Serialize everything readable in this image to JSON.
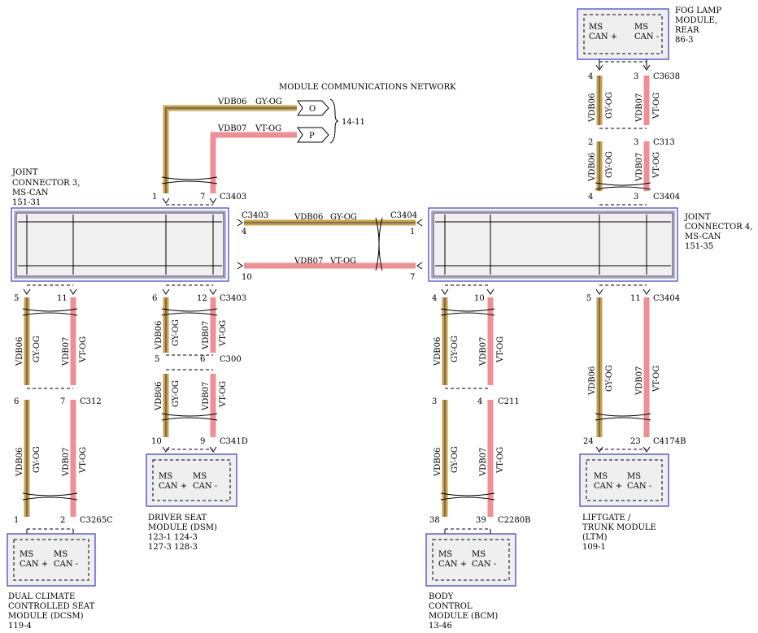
{
  "title": "MODULE COMMUNICATIONS NETWORK",
  "ref_14_11": "14-11",
  "wires": {
    "vdb06": "VDB06",
    "vdb07": "VDB07",
    "gy_og": "GY-OG",
    "vt_og": "VT-OG"
  },
  "connectors": {
    "c3403": "C3403",
    "c3404": "C3404",
    "c3638": "C3638",
    "c313": "C313",
    "c312": "C312",
    "c300": "C300",
    "c341d": "C341D",
    "c211": "C211",
    "c4174b": "C4174B",
    "c3265c": "C3265C",
    "c2280b": "C2280B"
  },
  "offpage": {
    "o": "O",
    "p": "P"
  },
  "ms": "MS",
  "can_plus": "CAN +",
  "can_minus": "CAN -",
  "joint3": {
    "l1": "JOINT",
    "l2": "CONNECTOR 3,",
    "l3": "MS-CAN",
    "l4": "151-31"
  },
  "joint4": {
    "l1": "JOINT",
    "l2": "CONNECTOR 4,",
    "l3": "MS-CAN",
    "l4": "151-35"
  },
  "fog": {
    "l1": "FOG LAMP",
    "l2": "MODULE,",
    "l3": "REAR",
    "l4": "86-3"
  },
  "dsm": {
    "l1": "DRIVER SEAT",
    "l2": "MODULE (DSM)",
    "l3": "123-1    124-3",
    "l4": "127-3    128-3"
  },
  "ltm": {
    "l1": "LIFTGATE /",
    "l2": "TRUNK MODULE",
    "l3": "(LTM)",
    "l4": "109-1"
  },
  "bcm": {
    "l1": "BODY",
    "l2": "CONTROL",
    "l3": "MODULE (BCM)",
    "l4": "13-46"
  },
  "dcsm": {
    "l1": "DUAL CLIMATE",
    "l2": "CONTROLLED SEAT",
    "l3": "MODULE (DCSM)",
    "l4": "119-4"
  },
  "pins": {
    "p1": "1",
    "p2": "2",
    "p3": "3",
    "p4": "4",
    "p5": "5",
    "p6": "6",
    "p7": "7",
    "p9": "9",
    "p10": "10",
    "p11": "11",
    "p12": "12",
    "p23": "23",
    "p24": "24",
    "p38": "38",
    "p39": "39"
  }
}
